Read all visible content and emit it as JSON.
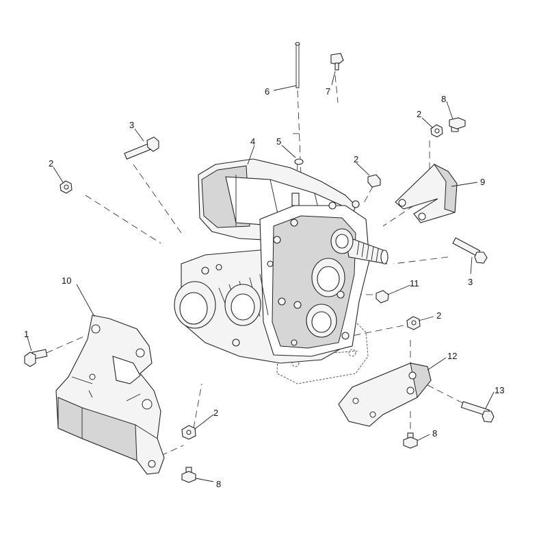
{
  "callouts": {
    "c1": "1",
    "c2a": "2",
    "c2b": "2",
    "c2c": "2",
    "c2d": "2",
    "c2e": "2",
    "c3a": "3",
    "c3b": "3",
    "c4": "4",
    "c5": "5",
    "c6": "6",
    "c7": "7",
    "c8a": "8",
    "c8b": "8",
    "c8c": "8",
    "c9": "9",
    "c10": "10",
    "c11": "11",
    "c12": "12",
    "c13": "13"
  }
}
